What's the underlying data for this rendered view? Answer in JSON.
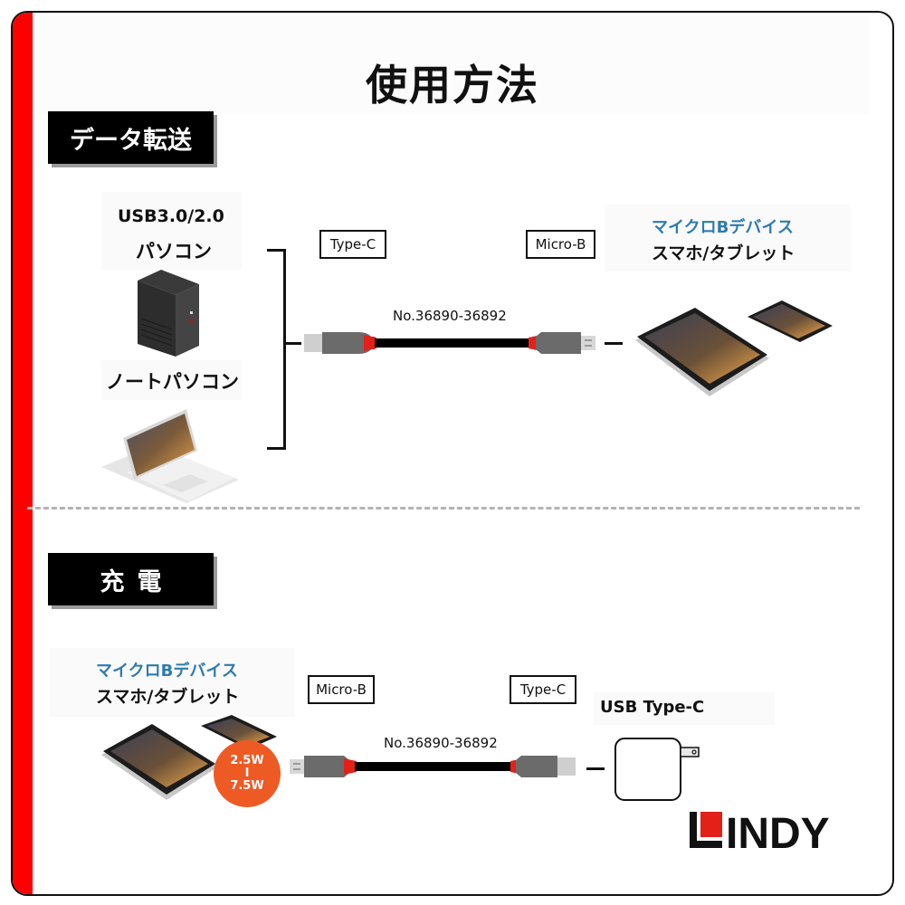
{
  "page_title": "使用方法",
  "colors": {
    "accent_red": "#ff0000",
    "caption_blue": "#2d7bb0",
    "badge_orange": "#ee5a24",
    "cable_red": "#e32119"
  },
  "data_transfer": {
    "section_label": "データ転送",
    "source": {
      "spec": "USB3.0/2.0",
      "desktop_label": "パソコン",
      "laptop_label": "ノートパソコン",
      "desktop_icon": "desktop-tower-icon",
      "laptop_icon": "laptop-icon"
    },
    "cable": {
      "left_connector": "Type-C",
      "right_connector": "Micro-B",
      "model_number": "No.36890-36892"
    },
    "target": {
      "type_label": "マイクロBデバイス",
      "device_label": "スマホ/タブレット",
      "icon": "tablet-phone-icon"
    }
  },
  "charging": {
    "section_label": "充電",
    "device": {
      "type_label": "マイクロBデバイス",
      "device_label": "スマホ/タブレット",
      "icon": "tablet-phone-icon",
      "power_badge": {
        "min": "2.5W",
        "separator": "I",
        "max": "7.5W"
      }
    },
    "cable": {
      "left_connector": "Micro-B",
      "right_connector": "Type-C",
      "model_number": "No.36890-36892"
    },
    "charger": {
      "label": "USB Type-C",
      "icon": "wall-charger-icon"
    }
  },
  "brand": {
    "logo_text": "INDY",
    "logo_icon": "lindy-l-square-icon"
  }
}
